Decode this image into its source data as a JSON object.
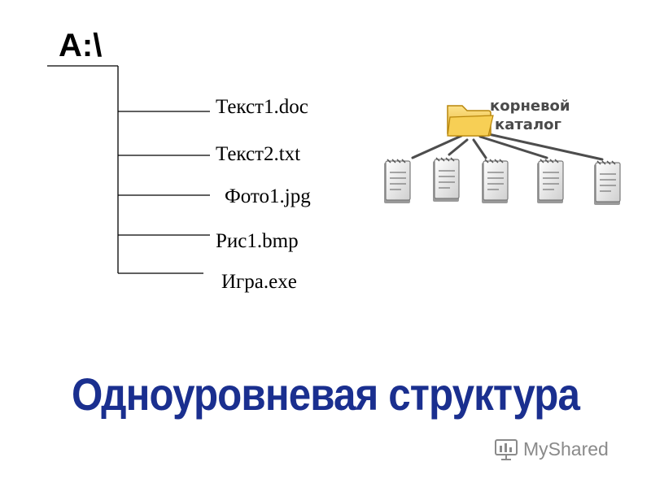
{
  "tree": {
    "root_label": "A:\\",
    "files": [
      "Текст1.doc",
      "Текст2.txt",
      "Фото1.jpg",
      "Рис1.bmp",
      "Игра.exe"
    ]
  },
  "diagram": {
    "folder_line1": "корневой",
    "folder_line2": "каталог",
    "file_icon_count": 5,
    "folder_color": "#f2c94c",
    "file_icon_color": "#e8e8e8"
  },
  "heading": "Одноуровневая структура",
  "watermark": {
    "text": "MyShared",
    "icon": "myshared-logo-icon"
  },
  "colors": {
    "heading": "#1a2f8f",
    "lines": "#000000",
    "watermark": "#8a8a8a"
  }
}
